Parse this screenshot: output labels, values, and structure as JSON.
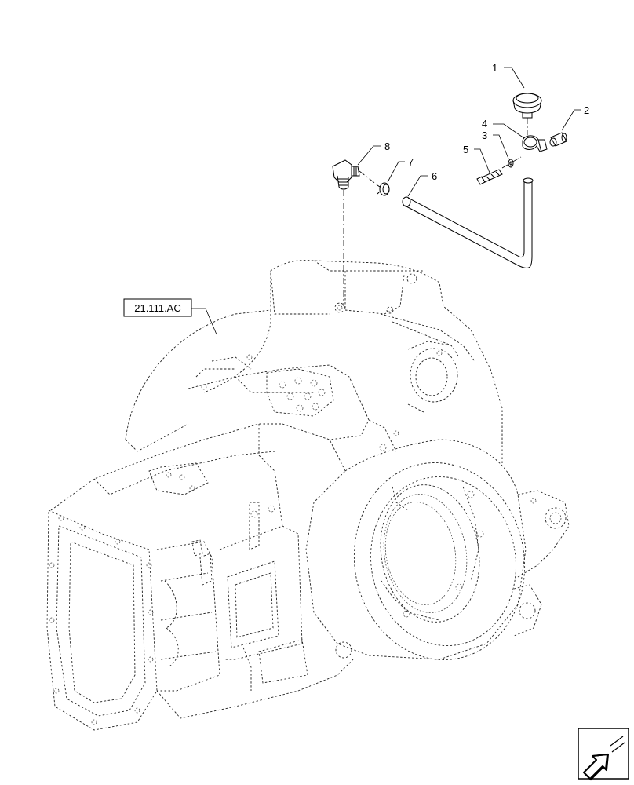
{
  "diagram": {
    "reference_label": "21.111.AC",
    "callouts": [
      {
        "id": "1",
        "text": "1"
      },
      {
        "id": "2",
        "text": "2"
      },
      {
        "id": "3",
        "text": "3"
      },
      {
        "id": "4",
        "text": "4"
      },
      {
        "id": "5",
        "text": "5"
      },
      {
        "id": "6",
        "text": "6"
      },
      {
        "id": "7",
        "text": "7"
      },
      {
        "id": "8",
        "text": "8"
      }
    ]
  },
  "corner_icon": {
    "icon": "arrow-nav-icon"
  }
}
